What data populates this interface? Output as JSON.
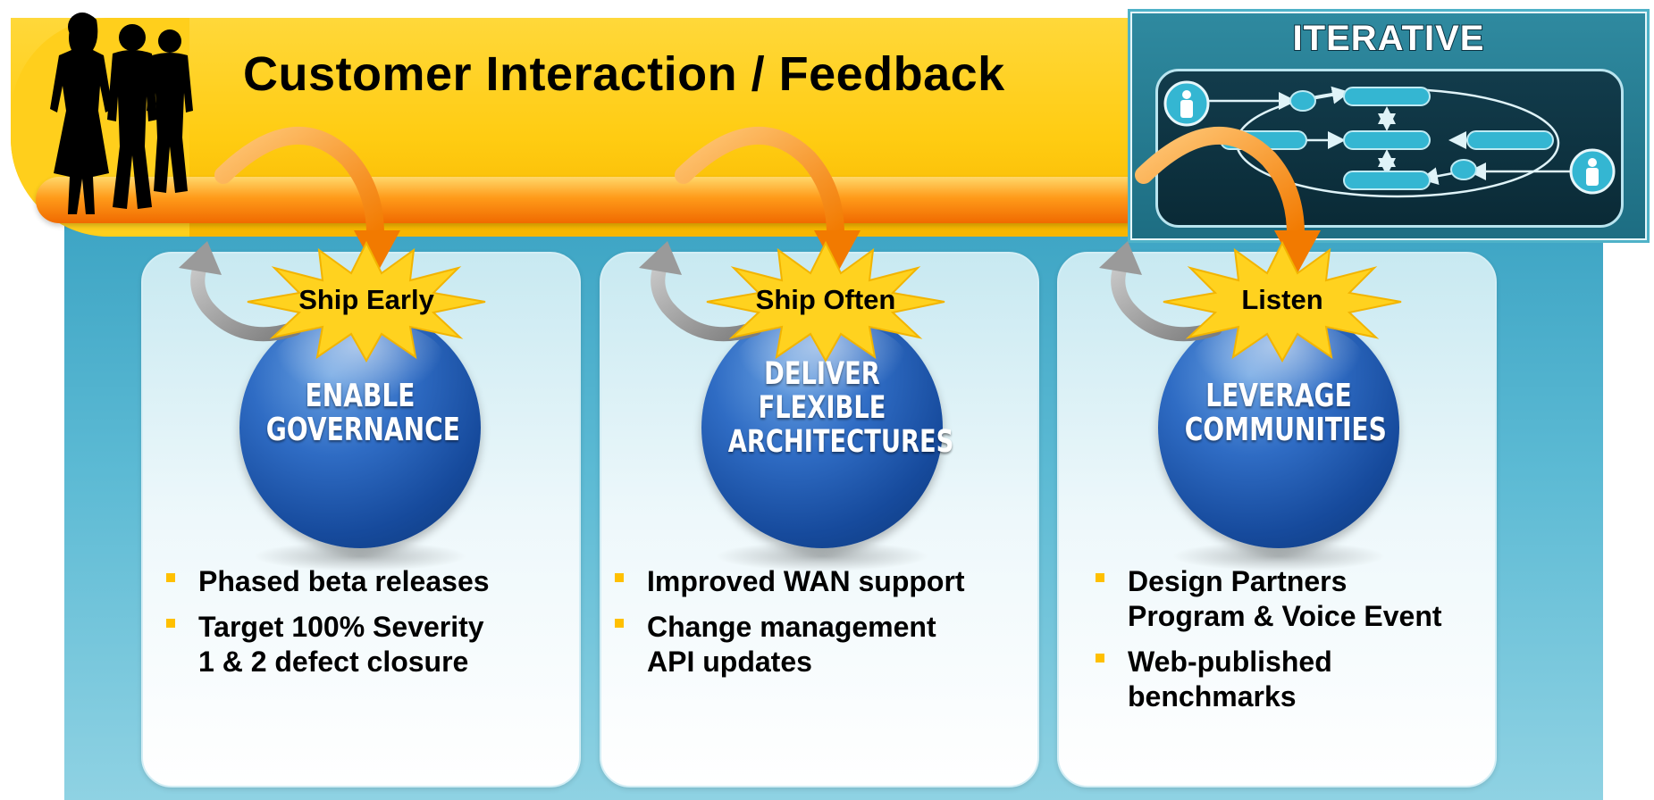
{
  "header": {
    "title": "Customer Interaction / Feedback"
  },
  "iterative": {
    "title": "ITERATIVE",
    "diagram_icon": "workflow-cycle-diagram"
  },
  "columns": [
    {
      "burst_label": "Ship Early",
      "sphere_lines": [
        "ENABLE",
        "GOVERNANCE"
      ],
      "bullets": [
        [
          "Phased beta releases"
        ],
        [
          "Target 100% Severity",
          "1 & 2 defect closure"
        ]
      ]
    },
    {
      "burst_label": "Ship Often",
      "sphere_lines": [
        "DELIVER",
        "FLEXIBLE",
        "ARCHITECTURES"
      ],
      "bullets": [
        [
          "Improved WAN support"
        ],
        [
          "Change management",
          "API updates"
        ]
      ]
    },
    {
      "burst_label": "Listen",
      "sphere_lines": [
        "LEVERAGE",
        "COMMUNITIES"
      ],
      "bullets": [
        [
          "Design Partners",
          "Program & Voice Event"
        ],
        [
          "Web-published",
          "benchmarks"
        ]
      ]
    }
  ],
  "colors": {
    "banner_yellow": "#ffcc12",
    "stream_orange": "#f06a00",
    "teal_background": "#3ba3c3",
    "sphere_blue": "#2f6cc4",
    "bullet_yellow": "#ffc000"
  }
}
